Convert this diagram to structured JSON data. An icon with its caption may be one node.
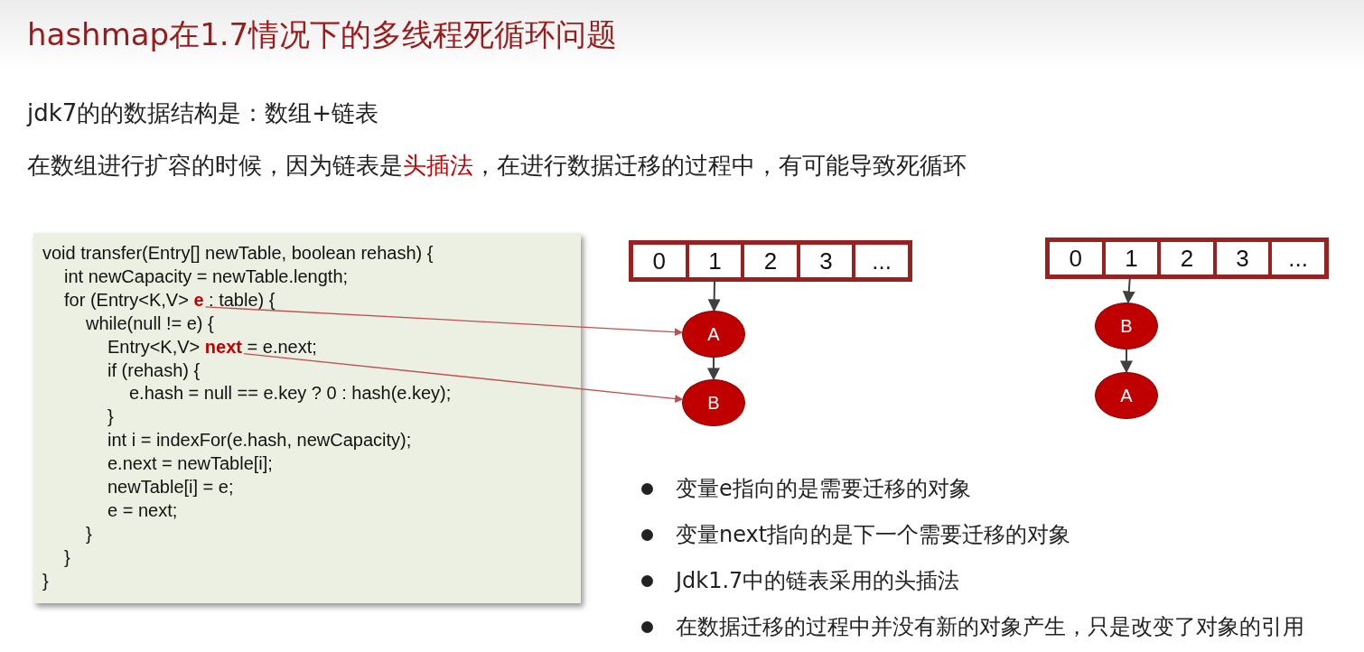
{
  "diagram": {
    "title": "hashmap在1.7情况下的多线程死循环问题",
    "nodes": [
      {
        "text": [
          "void transfer(Entry[] newTable, boolean rehash) {",
          "int newCapacity = newTable.length;",
          "for (Entry<K,V> **e** : table) {",
          "while(null != e) {",
          "Entry<K,V> **next** = e.next;",
          "if (rehash) {",
          "e.hash = null == e.key ? 0 : hash(e.key);",
          "}",
          "int i = indexFor(e.hash, newCapacity);",
          "e.next = newTable[i];",
          "newTable[i] = e;",
          "e = next;",
          "}",
          "}",
          "}"
        ]
      },
      {
        "text": [],
        "shape": "box"
      },
      {
        "text": [
          "0"
        ],
        "in": 1
      },
      {
        "text": [
          "1"
        ],
        "in": 1
      },
      {
        "text": [
          "2"
        ],
        "in": 1
      },
      {
        "text": [
          "3"
        ],
        "in": 1
      },
      {
        "text": [
          "..."
        ],
        "in": 1
      },
      {
        "text": [
          "A"
        ]
      },
      {
        "text": [
          "B"
        ]
      },
      {
        "text": [],
        "shape": "box"
      },
      {
        "text": [
          "0"
        ],
        "in": 9
      },
      {
        "text": [
          "1"
        ],
        "in": 9
      },
      {
        "text": [
          "2"
        ],
        "in": 9
      },
      {
        "text": [
          "3"
        ],
        "in": 9
      },
      {
        "text": [
          "..."
        ],
        "in": 9
      },
      {
        "text": [
          "B"
        ]
      },
      {
        "text": [
          "A"
        ]
      }
    ],
    "edges": [
      {
        "from": 0,
        "to": 7,
        "arrow": "to",
        "color": "#c0504d"
      },
      {
        "from": 0,
        "to": 8,
        "arrow": "to",
        "color": "#c0504d"
      },
      {
        "from": 3,
        "to": 7,
        "arrow": "to"
      },
      {
        "from": 7,
        "to": 8,
        "arrow": "to"
      },
      {
        "from": 11,
        "to": 15,
        "arrow": "to"
      },
      {
        "from": 15,
        "to": 16,
        "arrow": "to"
      }
    ],
    "labels": [
      "jdk7的的数据结构是：数组+链表",
      "在数组进行扩容的时候，因为链表是**头插法**，在进行数据迁移的过程中，有可能导致死循环",
      "变量e指向的是需要迁移的对象",
      "变量next指向的是下一个需要迁移的对象",
      "Jdk1.7中的链表采用的头插法",
      "在数据迁移的过程中并没有新的对象产生，只是改变了对象的引用"
    ]
  }
}
